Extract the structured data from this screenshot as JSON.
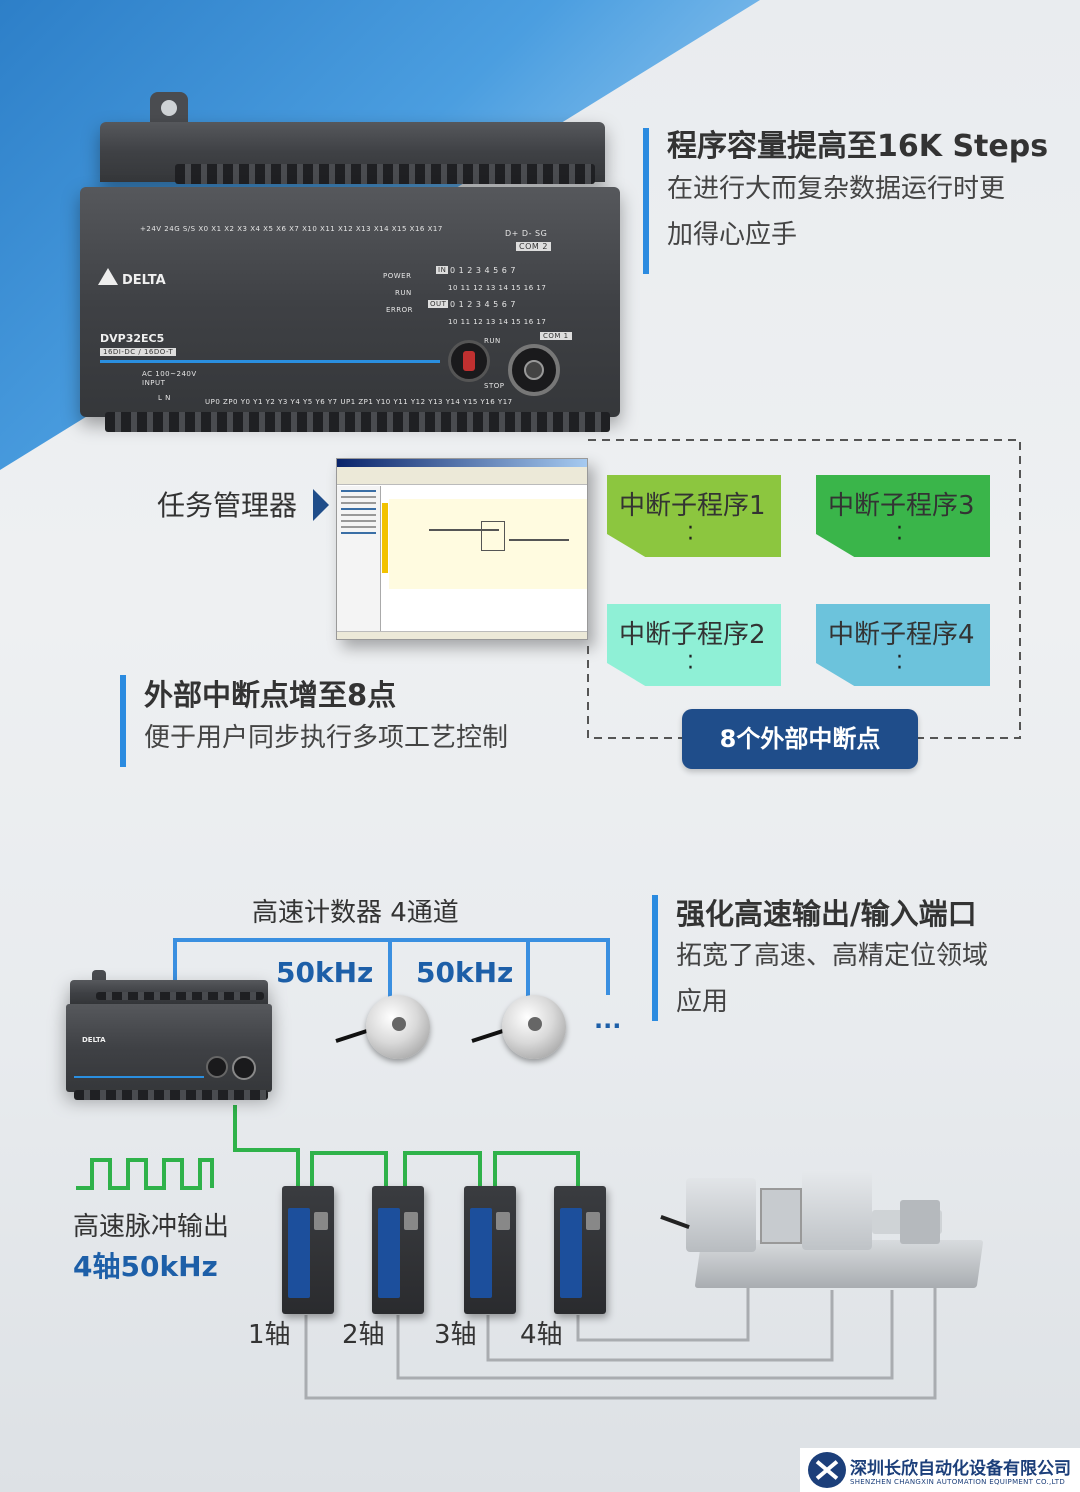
{
  "plc_main": {
    "brand": "DELTA",
    "model": "DVP32EC5",
    "spec": "16DI-DC / 16DO-T",
    "input_terminals": "+24V 24G S/S  X0  X1  X2  X3  X4  X5  X6  X7  X10 X11 X12    X13 X14 X15 X16 X17",
    "output_terminals": "UP0 ZP0  Y0  Y1  Y2  Y3  Y4  Y5  Y6  Y7    UP1 ZP1 Y10 Y11 Y12 Y13 Y14 Y15 Y16 Y17",
    "comm_terminals": "D+  D-  SG",
    "com2": "COM 2",
    "com1": "COM 1",
    "power": "AC 100~240V INPUT",
    "ln": "L   N",
    "status_power": "POWER",
    "status_run": "RUN",
    "status_error": "ERROR",
    "in_label": "IN",
    "out_label": "OUT",
    "led_row_a": "0 1 2 3 4 5 6 7",
    "led_row_b": "10 11 12 13 14 15 16 17",
    "switch_run": "RUN",
    "switch_stop": "STOP"
  },
  "feature1": {
    "title": "程序容量提高至16K Steps",
    "desc_line1": "在进行大而复杂数据运行时更",
    "desc_line2": "加得心应手"
  },
  "task_manager": {
    "label": "任务管理器"
  },
  "interrupts": [
    {
      "label": "中断子程序1",
      "color": "#8cc63f"
    },
    {
      "label": "中断子程序3",
      "color": "#3ab54a"
    },
    {
      "label": "中断子程序2",
      "color": "#8ff0d6"
    },
    {
      "label": "中断子程序4",
      "color": "#6cc3dc"
    }
  ],
  "interrupt_pill": "8个外部中断点",
  "feature2": {
    "title": "外部中断点增至8点",
    "desc": "便于用户同步执行多项工艺控制"
  },
  "counter": {
    "label": "高速计数器 4通道",
    "freq1": "50kHz",
    "freq2": "50kHz",
    "more": "..."
  },
  "feature3": {
    "title": "强化高速输出/输入端口",
    "desc_line1": "拓宽了高速、高精定位领域",
    "desc_line2": "应用"
  },
  "pulse": {
    "label": "高速脉冲输出",
    "spec": "4轴50kHz"
  },
  "axes": [
    "1轴",
    "2轴",
    "3轴",
    "4轴"
  ],
  "logo": {
    "cn": "深圳长欣自动化设备有限公司",
    "en": "SHENZHEN CHANGXIN AUTOMATION EQUIPMENT CO.,LTD"
  },
  "colors": {
    "accent_blue": "#2b8be0",
    "freq_blue": "#1d5fa8",
    "pill_navy": "#1f4d8a",
    "line_green": "#2fb24a",
    "line_blue": "#3a8fe0",
    "line_gray": "#a9acb0"
  }
}
